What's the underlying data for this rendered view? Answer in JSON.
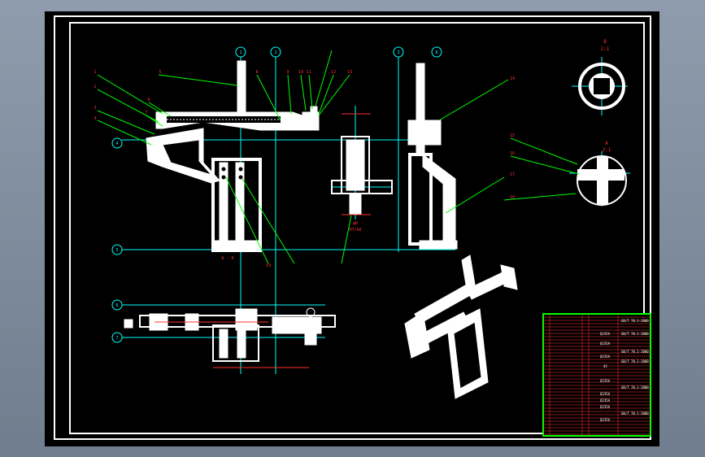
{
  "colors": {
    "background": "#000000",
    "frame": "#ffffff",
    "axis": "#00ffff",
    "leader": "#00ff00",
    "dimension": "#ff3030",
    "magenta": "#ff00ff",
    "table_border": "#00ff00"
  },
  "centerline_marks": [
    "1",
    "2",
    "3",
    "4",
    "5",
    "6",
    "7",
    "8"
  ],
  "part_callouts": {
    "c1": "1",
    "c2": "2",
    "c3": "3",
    "c4": "4",
    "c5": "5",
    "c6": "6",
    "c7": "7",
    "c8": "8",
    "c9": "9",
    "c10": "10",
    "c11": "11",
    "c12": "12",
    "c13": "13",
    "c14": "14",
    "c15": "15",
    "c16": "16",
    "c17": "17",
    "c18": "18",
    "c19": "19"
  },
  "section_labels": {
    "view_b_letter": "B",
    "view_b_scale": "2:1",
    "view_a_letter": "A",
    "view_a_scale": "2:1",
    "aa_section": "A - A",
    "phi_note": "φ8",
    "fit_note": "H7/k6"
  },
  "title_block": {
    "standard_rows": [
      "GB/T 70.1-2000",
      "GB/T 70.1-2000",
      "GB/T 70.1-2000",
      "GB/T 70.1-2000",
      "GB/T 70.1-2000",
      "GB/T 70.1-2000"
    ],
    "material_rows": [
      "Q235A",
      "Q235A",
      "Q235A",
      "45",
      "Q235A",
      "Q235A",
      "Q235A",
      "Q235A",
      "Q235A"
    ]
  }
}
